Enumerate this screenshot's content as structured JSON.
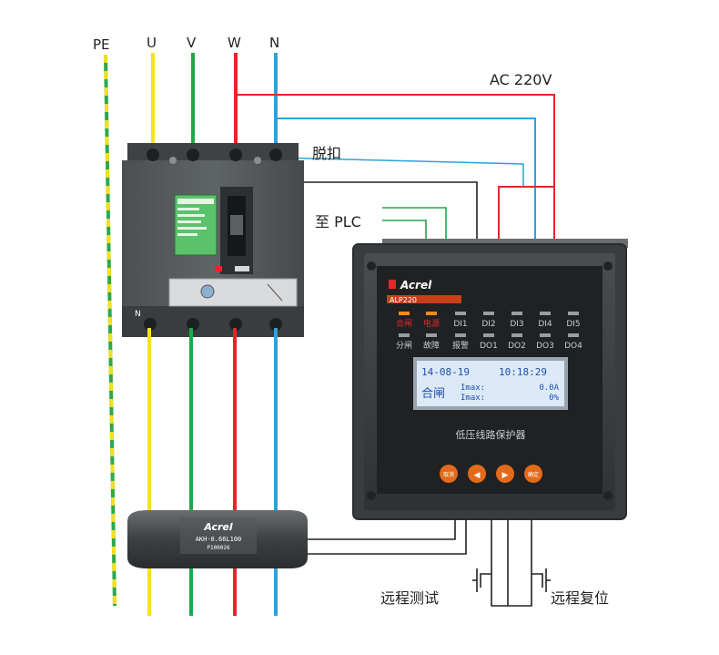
{
  "line_labels": {
    "pe": "PE",
    "u": "U",
    "v": "V",
    "w": "W",
    "n": "N"
  },
  "labels": {
    "ac": "AC 220V",
    "trip": "脱扣",
    "plc": "至 PLC",
    "remote_test": "远程测试",
    "remote_reset": "远程复位"
  },
  "breaker": {
    "n_mark": "N"
  },
  "device": {
    "brand": "Acrel",
    "model": "ALP220",
    "title": "低压线路保护器",
    "indicators_top": [
      "合闸",
      "电源",
      "DI1",
      "DI2",
      "DI3",
      "DI4",
      "DI5"
    ],
    "indicators_bottom": [
      "分闸",
      "故障",
      "报警",
      "DO1",
      "DO2",
      "DO3",
      "DO4"
    ],
    "lcd": {
      "date": "14-08-19",
      "time": "10:18:29",
      "state": "合闸",
      "row1_label": "Imax:",
      "row1_value": "0.0A",
      "row2_label": "Imax:",
      "row2_value": "0%"
    },
    "buttons": [
      "取消",
      "◀",
      "▶",
      "确定"
    ]
  },
  "ct": {
    "brand": "Acrel",
    "model": "AKH-0.66L100",
    "serial": "P100026"
  },
  "colors": {
    "pe_yellow": "#f0e020",
    "pe_green": "#2ea84a",
    "u": "#f6e21a",
    "v": "#1fa84a",
    "w": "#e8252a",
    "n": "#2aa3dc",
    "signal": "#222222",
    "device_body": "#3a3d40",
    "lcd_bg": "#dce9f7",
    "lcd_text": "#1f4fb0",
    "button": "#e36a1a",
    "model_bar": "#c8401a"
  }
}
